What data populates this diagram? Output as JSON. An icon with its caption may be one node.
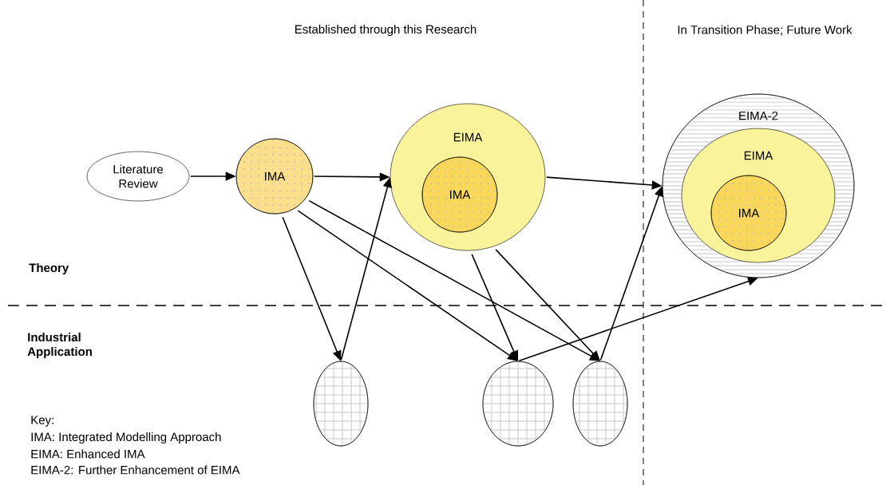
{
  "diagram": {
    "nodes": [
      {
        "text": [
          "Literature Review"
        ]
      },
      {
        "text": [
          "IMA"
        ]
      },
      {
        "text": [
          "EIMA"
        ]
      },
      {
        "text": [
          "IMA"
        ],
        "in": 2
      },
      {
        "text": [
          "EIMA-2"
        ]
      },
      {
        "text": [
          "EIMA"
        ],
        "in": 4
      },
      {
        "text": [
          "IMA"
        ],
        "in": 5
      },
      {
        "text": [],
        "shape": "circle"
      },
      {
        "text": [],
        "shape": "circle"
      },
      {
        "text": [],
        "shape": "circle"
      }
    ],
    "edges": [
      {
        "from": 0,
        "to": 1,
        "arrow": "to"
      },
      {
        "from": 1,
        "to": 2,
        "arrow": "to"
      },
      {
        "from": 2,
        "to": 4,
        "arrow": "to"
      },
      {
        "from": 1,
        "to": 7,
        "arrow": "to"
      },
      {
        "from": 7,
        "to": 2,
        "arrow": "to"
      },
      {
        "from": 1,
        "to": 8,
        "arrow": "to"
      },
      {
        "from": 1,
        "to": 9,
        "arrow": "to"
      },
      {
        "from": 2,
        "to": 8,
        "arrow": "to"
      },
      {
        "from": 2,
        "to": 9,
        "arrow": "to"
      },
      {
        "from": 8,
        "to": 4,
        "arrow": "to"
      },
      {
        "from": 9,
        "to": 4,
        "arrow": "to"
      }
    ],
    "labels": [
      "Established through this Research",
      "In Transition Phase; Future Work",
      "Theory",
      "Industrial Application",
      "Key:",
      "IMA: Integrated Modelling Approach",
      "EIMA: Enhanced IMA",
      "EIMA-2: Further Enhancement of EIMA"
    ]
  }
}
